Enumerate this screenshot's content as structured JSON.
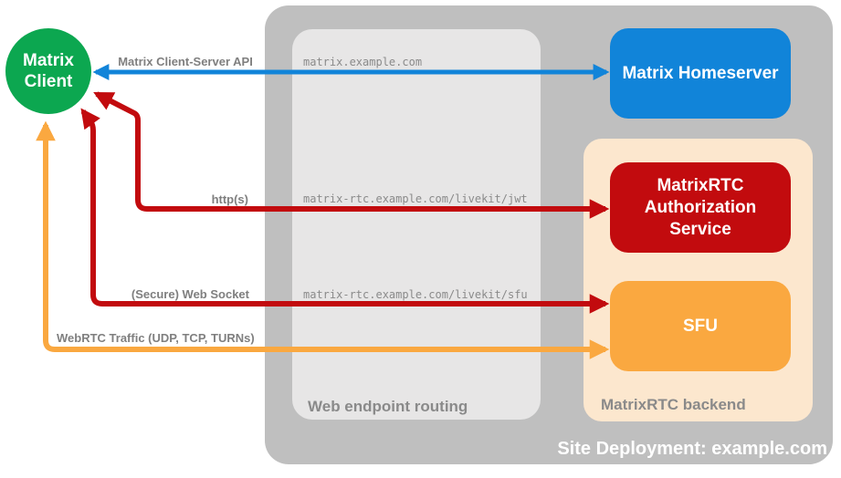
{
  "diagram": {
    "client": {
      "label": "Matrix Client",
      "color": "#0CA750"
    },
    "homeserver": {
      "label": "Matrix Homeserver",
      "color": "#1184D9"
    },
    "auth_service": {
      "label": "MatrixRTC Authorization Service",
      "color": "#C20B0E"
    },
    "sfu": {
      "label": "SFU",
      "color": "#FAA840"
    },
    "deployment": {
      "label": "Site Deployment: example.com",
      "bg": "#BFBFBF"
    },
    "routing": {
      "label": "Web endpoint routing",
      "bg": "#E7E6E6"
    },
    "backend": {
      "label": "MatrixRTC backend",
      "bg": "#FCE7CE"
    },
    "endpoints": {
      "homeserver": "matrix.example.com",
      "jwt": "matrix-rtc.example.com/livekit/jwt",
      "sfu": "matrix-rtc.example.com/livekit/sfu"
    },
    "connections": {
      "api": {
        "label": "Matrix Client-Server API",
        "color": "#1184D9"
      },
      "http": {
        "label": "http(s)",
        "color": "#C20B0E"
      },
      "websocket": {
        "label": "(Secure) Web Socket",
        "color": "#C20B0E"
      },
      "webrtc": {
        "label": "WebRTC Traffic (UDP, TCP, TURNs)",
        "color": "#FAA840"
      }
    }
  }
}
